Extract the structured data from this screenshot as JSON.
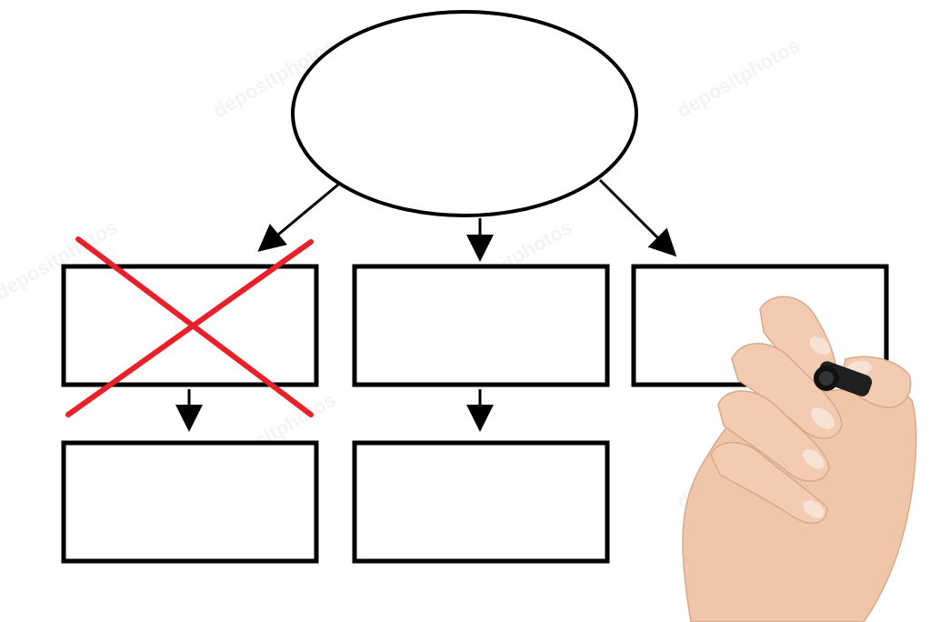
{
  "diagram": {
    "colors": {
      "stroke": "#000000",
      "background": "#ffffff",
      "cross_mark": "#e8202a",
      "skin": "#f0c6a8",
      "marker": "#111111",
      "watermark": "#e6e6e6"
    },
    "top_node": {
      "shape": "ellipse",
      "text": ""
    },
    "boxes": [
      {
        "id": "box-top-left",
        "text": "",
        "crossed_out": true
      },
      {
        "id": "box-top-center",
        "text": "",
        "crossed_out": false
      },
      {
        "id": "box-top-right",
        "text": "",
        "crossed_out": false
      },
      {
        "id": "box-bottom-left",
        "text": "",
        "crossed_out": false
      },
      {
        "id": "box-bottom-center",
        "text": "",
        "crossed_out": false
      }
    ],
    "edges": [
      {
        "from": "top_node",
        "to": "box-top-left"
      },
      {
        "from": "top_node",
        "to": "box-top-center"
      },
      {
        "from": "top_node",
        "to": "box-top-right"
      },
      {
        "from": "box-top-left",
        "to": "box-bottom-left"
      },
      {
        "from": "box-top-center",
        "to": "box-bottom-center"
      }
    ],
    "hand": {
      "holding": "marker",
      "icon": "hand-with-marker-icon"
    },
    "watermark_text": "depositphotos"
  }
}
